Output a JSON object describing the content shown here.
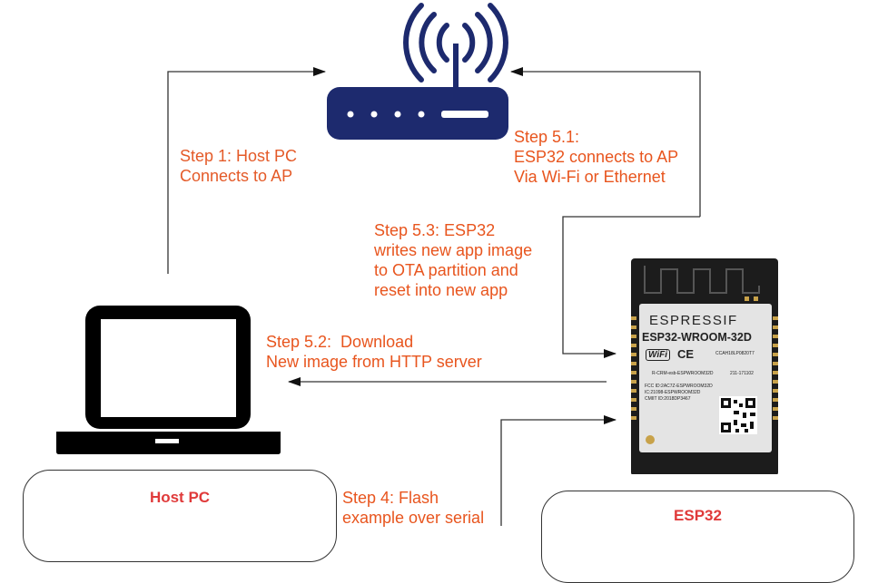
{
  "steps": {
    "step1": [
      "Step 1: Host PC",
      "Connects to AP"
    ],
    "step5_1": [
      "Step 5.1:",
      "ESP32 connects to AP",
      "Via Wi-Fi or Ethernet"
    ],
    "step5_3": [
      "Step 5.3: ESP32",
      "writes new app image",
      "to OTA partition and",
      "reset into new app"
    ],
    "step5_2": [
      "Step 5.2:  Download",
      "New image from HTTP server"
    ],
    "step4": [
      "Step 4: Flash",
      "example over serial"
    ]
  },
  "boxes": {
    "host_pc": "Host PC",
    "esp32": "ESP32"
  },
  "module": {
    "brand": "ESPRESSIF",
    "model": "ESP32-WROOM-32D",
    "wifi_logo": "WiFi",
    "ce_mark": "CE",
    "ccah": "CCAH18LP0820T7",
    "rcrm": "R-CRM-esb-ESPWROOM32D",
    "cert_211": "211-171102",
    "fcc_lines": [
      "FCC ID:2AC7Z-ESPWROOM32D",
      "IC:21098-ESPWROOM32D",
      "CMIIT ID:2018DP3467"
    ]
  },
  "icons": [
    "wifi-router-icon",
    "laptop-icon",
    "esp32-module-icon",
    "qr-code-icon"
  ],
  "colors": {
    "step_text": "#e8551e",
    "box_title": "#e03a3a",
    "router": "#1d2a6e",
    "laptop": "#000000",
    "arrow": "#333333"
  }
}
